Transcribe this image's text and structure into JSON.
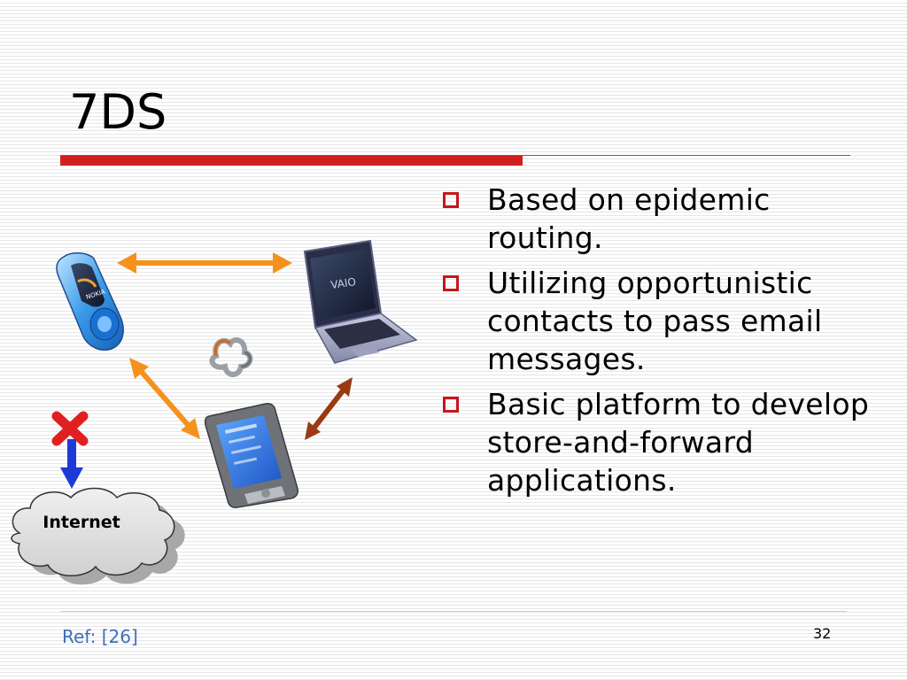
{
  "slide": {
    "title": "7DS",
    "bullets": [
      "Based on epidemic routing.",
      "Utilizing opportunistic contacts to pass email messages.",
      "Basic platform to develop store-and-forward applications."
    ],
    "ref": "Ref: [26]",
    "page_number": "32"
  },
  "diagram": {
    "cloud_label": "Internet",
    "laptop_brand": "VAIO",
    "phone_brand": "NOKIA",
    "icons": [
      "mobile-phone-icon",
      "laptop-icon",
      "pda-icon",
      "bluetooth-hub-icon",
      "blocked-x-icon",
      "internet-cloud"
    ],
    "colors": {
      "accent_red": "#d21f1f",
      "bullet_red": "#c4161c",
      "arrow_orange": "#f5921e",
      "arrow_brown": "#9a3a12",
      "arrow_blue": "#1e3ad6",
      "ref_blue": "#3f6fb5"
    }
  }
}
